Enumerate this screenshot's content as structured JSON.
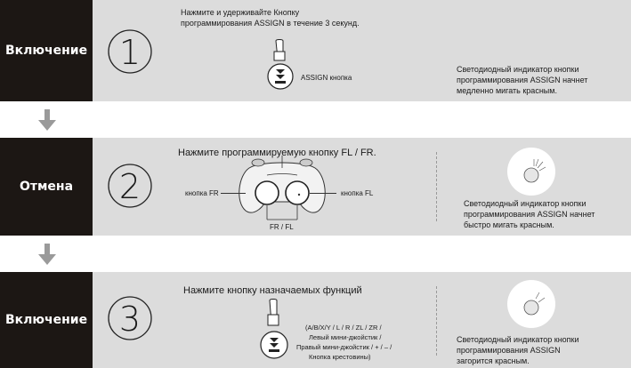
{
  "steps": [
    {
      "label": "Включение",
      "number": "1",
      "instruction_line1": "Нажмите и удерживайте Кнопку",
      "instruction_line2": "программирования ASSIGN в течение 3 секунд.",
      "button_caption": "ASSIGN кнопка",
      "led_line1": "Светодиодный индикатор кнопки",
      "led_line2": "программирования ASSIGN начнет",
      "led_line3": "медленно мигать красным."
    },
    {
      "label": "Отмена",
      "number": "2",
      "instruction": "Нажмите программируемую кнопку FL / FR.",
      "callout_fr": "кнопка FR",
      "callout_fl": "кнопка FL",
      "controller_caption": "FR / FL",
      "led_line1": "Светодиодный индикатор кнопки",
      "led_line2": "программирования ASSIGN начнет",
      "led_line3": "быстро мигать красным."
    },
    {
      "label": "Включение",
      "number": "3",
      "instruction": "Нажмите кнопку назначаемых функций",
      "functions_line1": "(A/B/X/Y / L / R / ZL / ZR /",
      "functions_line2": "Левый мини-джойстик /",
      "functions_line3": "Правый мини-джойстик / + / – /",
      "functions_line4": "Кнопка крестовины)",
      "led_line1": "Светодиодный индикатор кнопки",
      "led_line2": "программирования ASSIGN",
      "led_line3": "загорится красным."
    }
  ],
  "colors": {
    "panel": "#dcdcdc",
    "label_bg": "#1c1714",
    "arrow": "#9a9a9a"
  }
}
